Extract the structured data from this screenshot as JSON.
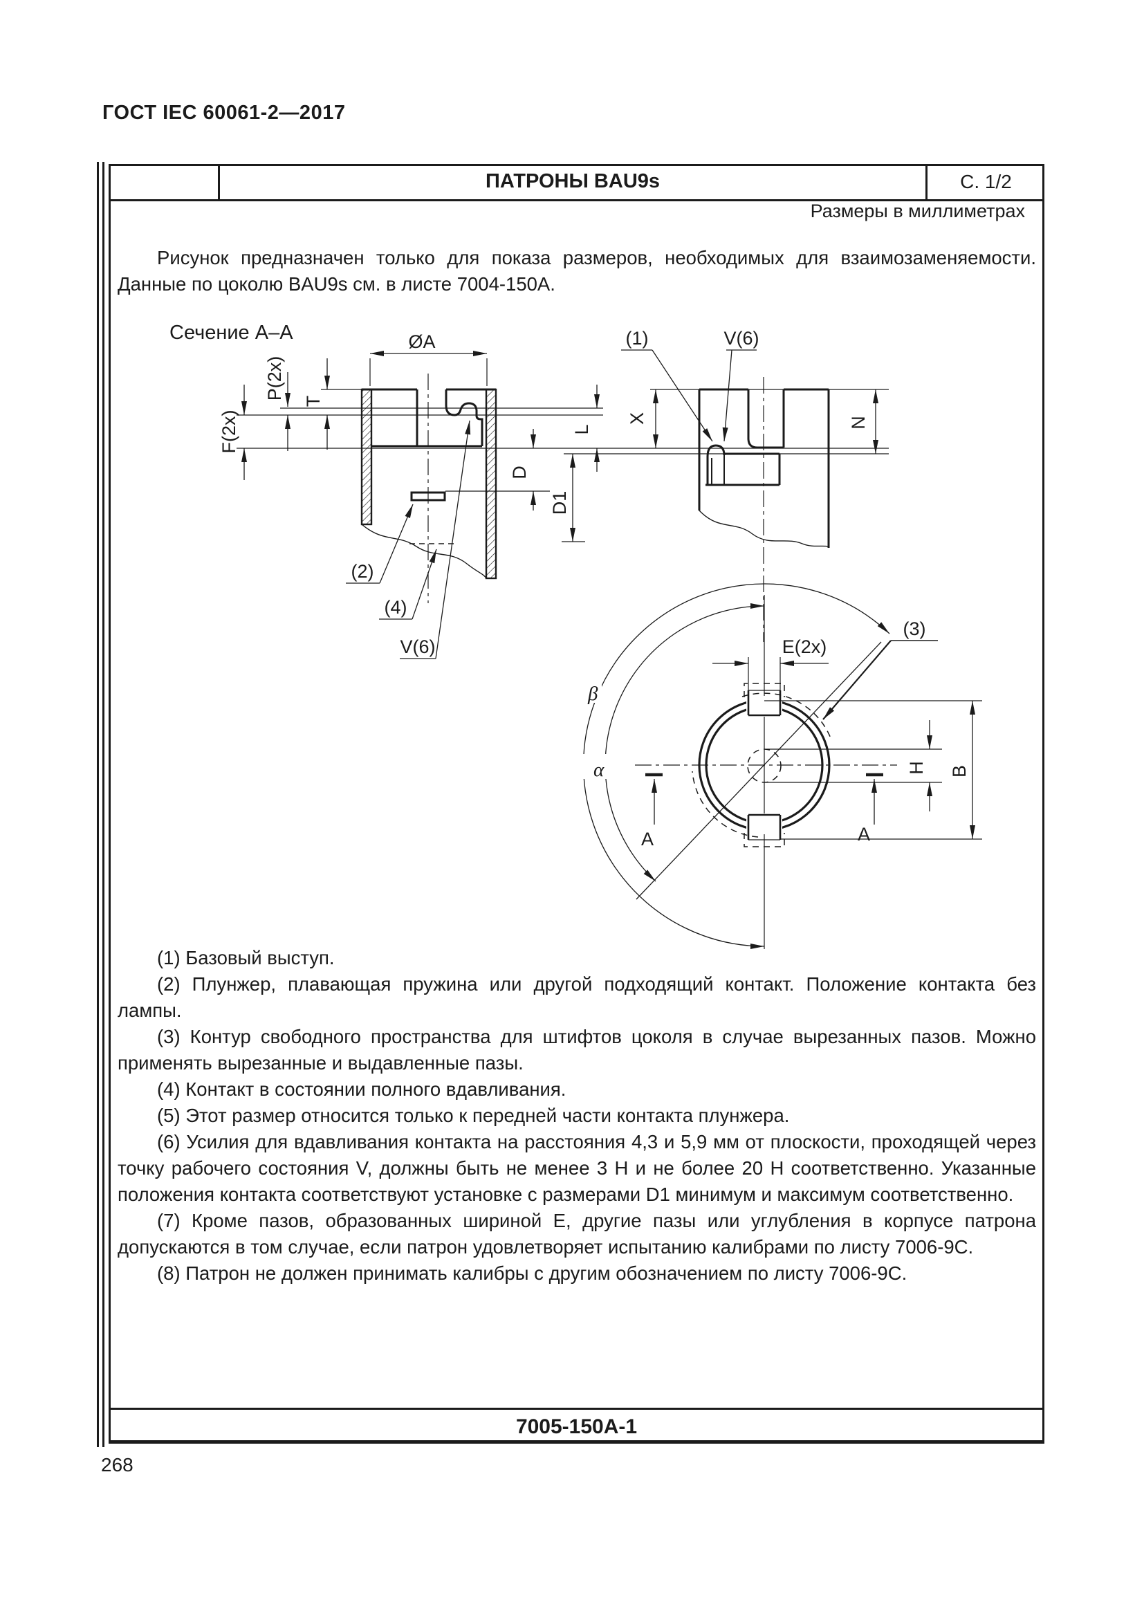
{
  "page": {
    "standard_code": "ГОСТ IEC 60061-2—2017",
    "page_number": "268"
  },
  "sheet": {
    "title": "ПАТРОНЫ BAU9s",
    "sheet_page": "С. 1/2",
    "units_note": "Размеры в миллиметрах",
    "intro": "Рисунок предназначен только для показа размеров, необходимых для взаимозаменяемости. Данные по цоколю BAU9s см. в листе 7004-150А.",
    "sheet_number": "7005-150A-1"
  },
  "drawing": {
    "section_label": "Сечение А–А",
    "labels": {
      "dia_a": "ØA",
      "p": "P(2x)",
      "t": "T",
      "f": "F(2x)",
      "d": "D",
      "d1": "D1",
      "l": "L",
      "x": "X",
      "n": "N",
      "e": "E(2x)",
      "h": "H",
      "b": "B",
      "alpha": "β",
      "beta2": "α",
      "v6": "V(6)",
      "c1": "(1)",
      "c2": "(2)",
      "c3": "(3)",
      "c4": "(4)",
      "a": "A"
    }
  },
  "notes": [
    "(1) Базовый выступ.",
    "(2) Плунжер, плавающая пружина или другой подходящий контакт. Положение контакта без лампы.",
    "(3) Контур свободного пространства для штифтов цоколя в случае вырезанных пазов. Можно применять вырезанные и выдавленные пазы.",
    "(4) Контакт в состоянии полного вдавливания.",
    "(5) Этот размер относится только к передней части контакта плунжера.",
    "(6) Усилия для вдавливания контакта на расстояния 4,3 и 5,9 мм от плоскости, проходящей через точку рабочего состояния V, должны быть не менее 3 Н и не более 20 Н соответственно. Указанные положения контакта соответствуют установке с размерами D1 минимум и максимум соответственно.",
    "(7) Кроме пазов, образованных шириной Е, другие пазы или углубления в корпусе патрона допускаются в том случае, если патрон удовлетворяет испытанию калибрами по листу 7006-9С.",
    "(8) Патрон не должен принимать калибры с другим обозначением по листу 7006-9С."
  ]
}
